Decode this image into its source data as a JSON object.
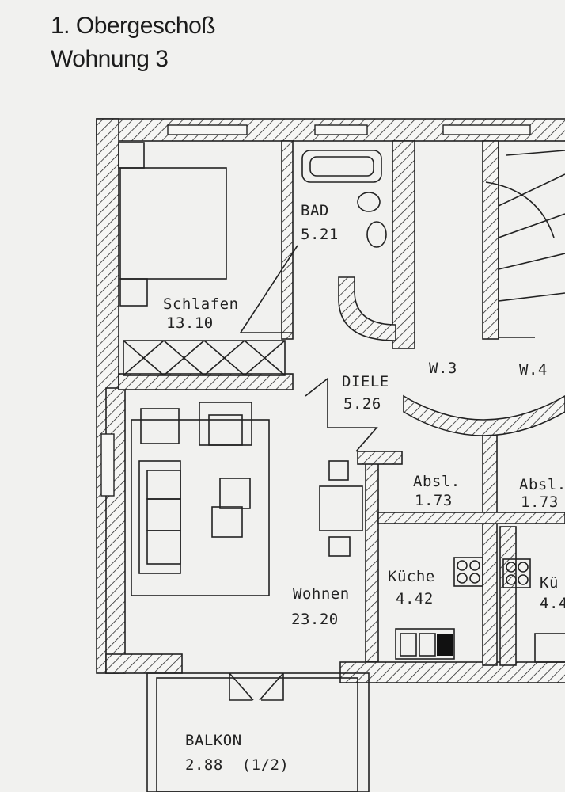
{
  "header": {
    "floor": "1. Obergeschoß",
    "unit": "Wohnung 3"
  },
  "rooms": {
    "bad": {
      "name": "BAD",
      "area": "5.21"
    },
    "schlafen": {
      "name": "Schlafen",
      "area": "13.10"
    },
    "diele": {
      "name": "DIELE",
      "area": "5.26"
    },
    "wohnen": {
      "name": "Wohnen",
      "area": "23.20"
    },
    "kueche": {
      "name": "Küche",
      "area": "4.42"
    },
    "kueche2": {
      "name": "Kü",
      "area": "4.4"
    },
    "absl1": {
      "name": "Absl.",
      "area": "1.73"
    },
    "absl2": {
      "name": "Absl.",
      "area": "1.73"
    },
    "balkon": {
      "name": "BALKON",
      "area": "2.88  (1/2)"
    }
  },
  "doors": {
    "w3": "W.3",
    "w4": "W.4"
  },
  "colors": {
    "paper": "#f1f1ef",
    "ink": "#222222"
  }
}
